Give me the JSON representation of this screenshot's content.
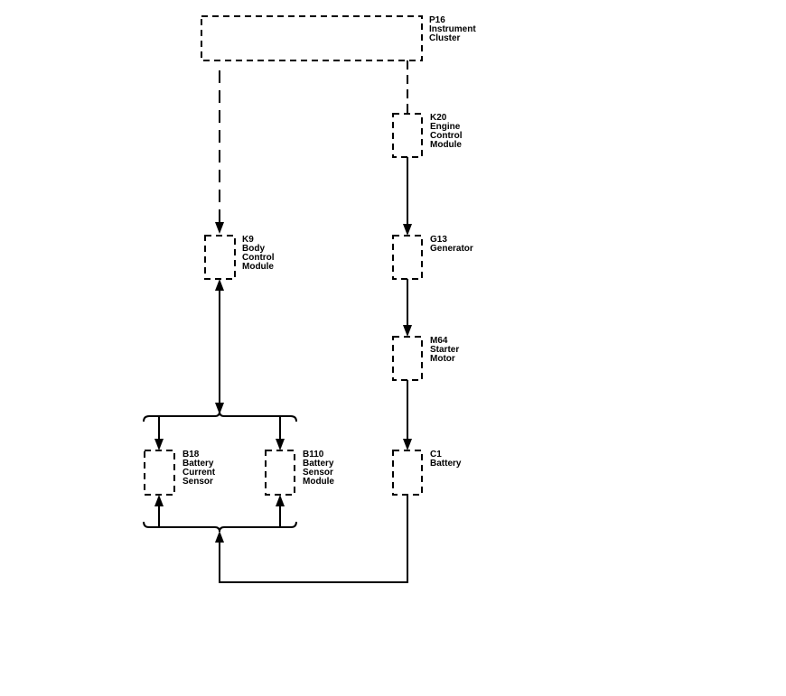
{
  "colors": {
    "line": "#000000",
    "background": "#ffffff"
  },
  "components": {
    "p16": {
      "lines": [
        "P16",
        "Instrument",
        "Cluster"
      ]
    },
    "k20": {
      "lines": [
        "K20",
        "Engine",
        "Control",
        "Module"
      ]
    },
    "k9": {
      "lines": [
        "K9",
        "Body",
        "Control",
        "Module"
      ]
    },
    "g13": {
      "lines": [
        "G13",
        "Generator"
      ]
    },
    "m64": {
      "lines": [
        "M64",
        "Starter",
        "Motor"
      ]
    },
    "b18": {
      "lines": [
        "B18",
        "Battery",
        "Current",
        "Sensor"
      ]
    },
    "b110": {
      "lines": [
        "B110",
        "Battery",
        "Sensor",
        "Module"
      ]
    },
    "c1": {
      "lines": [
        "C1",
        "Battery"
      ]
    }
  }
}
